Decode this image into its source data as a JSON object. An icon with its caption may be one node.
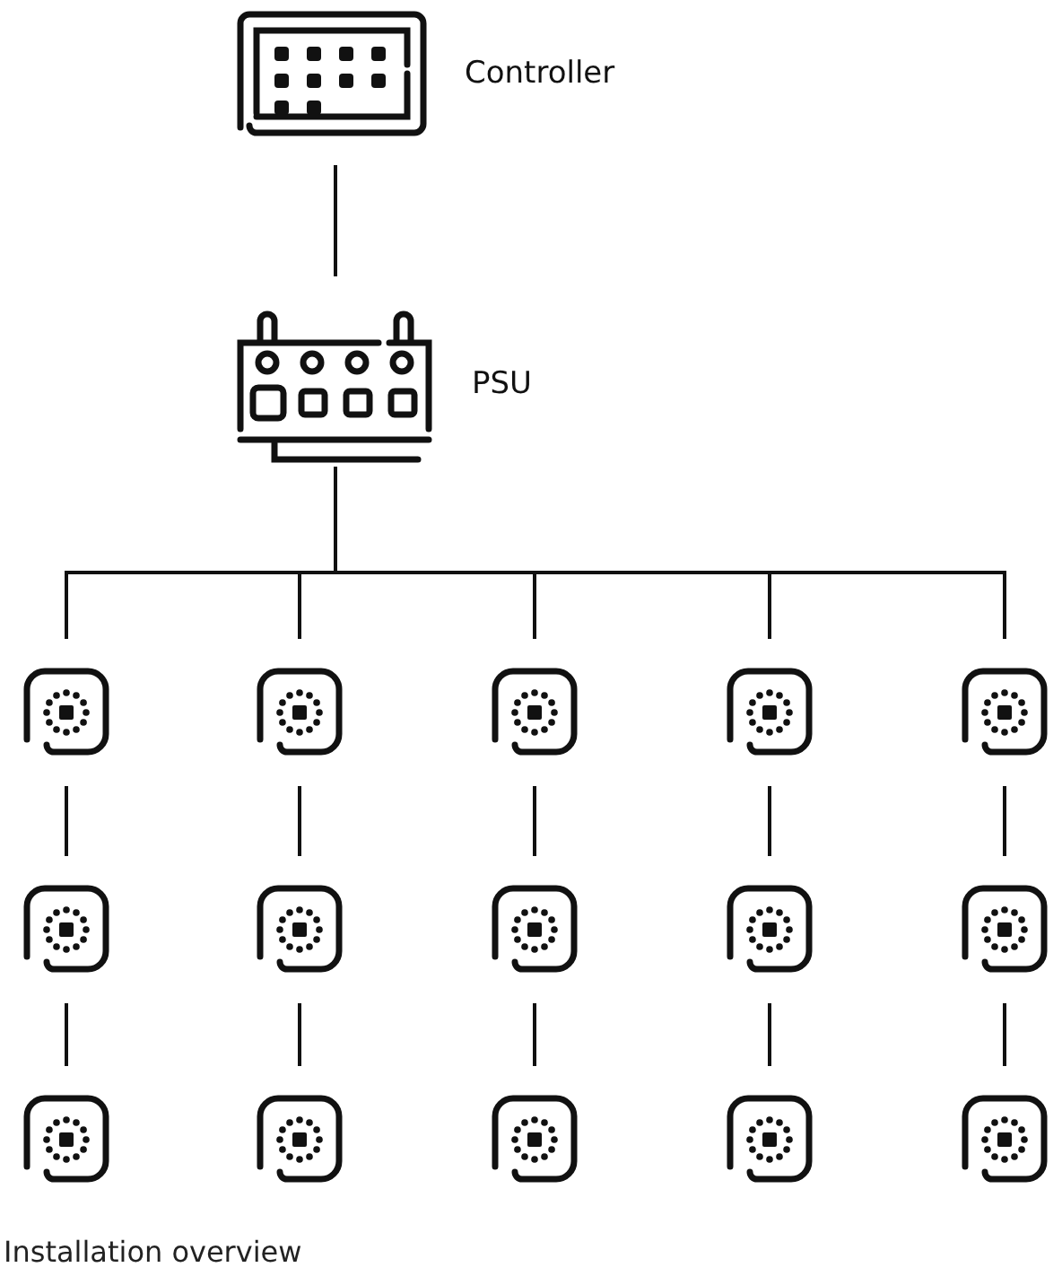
{
  "diagram": {
    "caption": "Installation overview",
    "nodes": [
      {
        "text": [
          "Controller"
        ]
      },
      {
        "text": [
          "PSU"
        ]
      },
      {
        "text": [],
        "shape": "picture"
      },
      {
        "text": [],
        "shape": "picture"
      },
      {
        "text": [],
        "shape": "picture"
      },
      {
        "text": [],
        "shape": "picture"
      },
      {
        "text": [],
        "shape": "picture"
      },
      {
        "text": [],
        "shape": "picture"
      },
      {
        "text": [],
        "shape": "picture"
      },
      {
        "text": [],
        "shape": "picture"
      },
      {
        "text": [],
        "shape": "picture"
      },
      {
        "text": [],
        "shape": "picture"
      },
      {
        "text": [],
        "shape": "picture"
      },
      {
        "text": [],
        "shape": "picture"
      },
      {
        "text": [],
        "shape": "picture"
      },
      {
        "text": [],
        "shape": "picture"
      },
      {
        "text": [],
        "shape": "picture"
      }
    ],
    "edges": [
      {
        "from": 0,
        "to": 1,
        "arrow": "none"
      },
      {
        "from": 1,
        "to": 2,
        "arrow": "none"
      },
      {
        "from": 1,
        "to": 3,
        "arrow": "none"
      },
      {
        "from": 1,
        "to": 4,
        "arrow": "none"
      },
      {
        "from": 1,
        "to": 5,
        "arrow": "none"
      },
      {
        "from": 1,
        "to": 6,
        "arrow": "none"
      },
      {
        "from": 2,
        "to": 7,
        "arrow": "none"
      },
      {
        "from": 7,
        "to": 12,
        "arrow": "none"
      },
      {
        "from": 3,
        "to": 8,
        "arrow": "none"
      },
      {
        "from": 8,
        "to": 13,
        "arrow": "none"
      },
      {
        "from": 4,
        "to": 9,
        "arrow": "none"
      },
      {
        "from": 9,
        "to": 14,
        "arrow": "none"
      },
      {
        "from": 5,
        "to": 10,
        "arrow": "none"
      },
      {
        "from": 10,
        "to": 15,
        "arrow": "none"
      },
      {
        "from": 6,
        "to": 11,
        "arrow": "none"
      },
      {
        "from": 11,
        "to": 16,
        "arrow": "none"
      }
    ]
  }
}
